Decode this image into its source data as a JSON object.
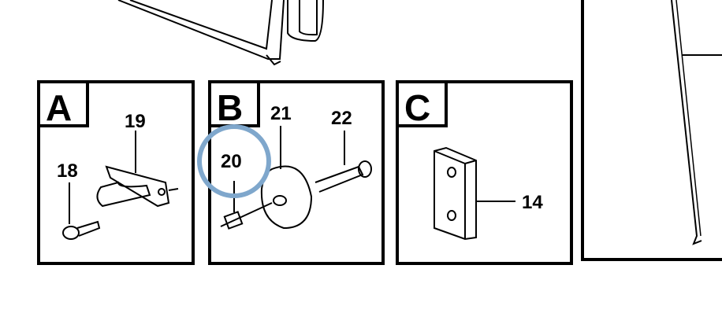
{
  "panels": [
    {
      "letter": "A",
      "parts": [
        "19",
        "18"
      ]
    },
    {
      "letter": "B",
      "parts": [
        "21",
        "22",
        "20"
      ]
    },
    {
      "letter": "C",
      "parts": [
        "14"
      ]
    }
  ],
  "highlight": {
    "part": "20",
    "color": "#7fa7cc"
  }
}
